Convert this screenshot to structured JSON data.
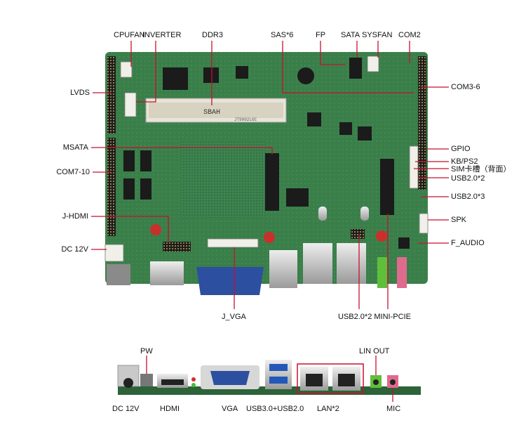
{
  "labels": {
    "cpufan": "CPUFAN",
    "inverter": "INVERTER",
    "ddr3": "DDR3",
    "sas6": "SAS*6",
    "fp": "FP",
    "sata": "SATA",
    "sysfan": "SYSFAN",
    "com2": "COM2",
    "lvds": "LVDS",
    "com36": "COM3-6",
    "msata": "MSATA",
    "gpio": "GPIO",
    "kbps2": "KB/PS2",
    "sim": "SIM卡槽（背面）",
    "usb20x2_right": "USB2.0*2",
    "com710": "COM7-10",
    "usb20x3": "USB2.0*3",
    "jhdmi": "J-HDMI",
    "spk": "SPK",
    "dc12v_top": "DC 12V",
    "faudio": "F_AUDIO",
    "jvga": "J_VGA",
    "usb20x2_minipcie": "USB2.0*2 MINI-PCIE",
    "pw": "PW",
    "linout": "LIN OUT",
    "dc12v_bottom": "DC 12V",
    "hdmi": "HDMI",
    "vga": "VGA",
    "usb30": "USB3.0+USB2.0",
    "lan2": "LAN*2",
    "mic": "MIC"
  },
  "board_silk": {
    "ram_text": "SBAH",
    "board_id": "JT9002LGC"
  },
  "colors": {
    "pcb": "#3a7f4a",
    "pcb_dark": "#2c6338",
    "leader": "#c8102e",
    "vga_blue": "#2d4fa0",
    "audio_green": "#5fbf3a",
    "audio_pink": "#e06a8e",
    "bg": "#ffffff"
  }
}
